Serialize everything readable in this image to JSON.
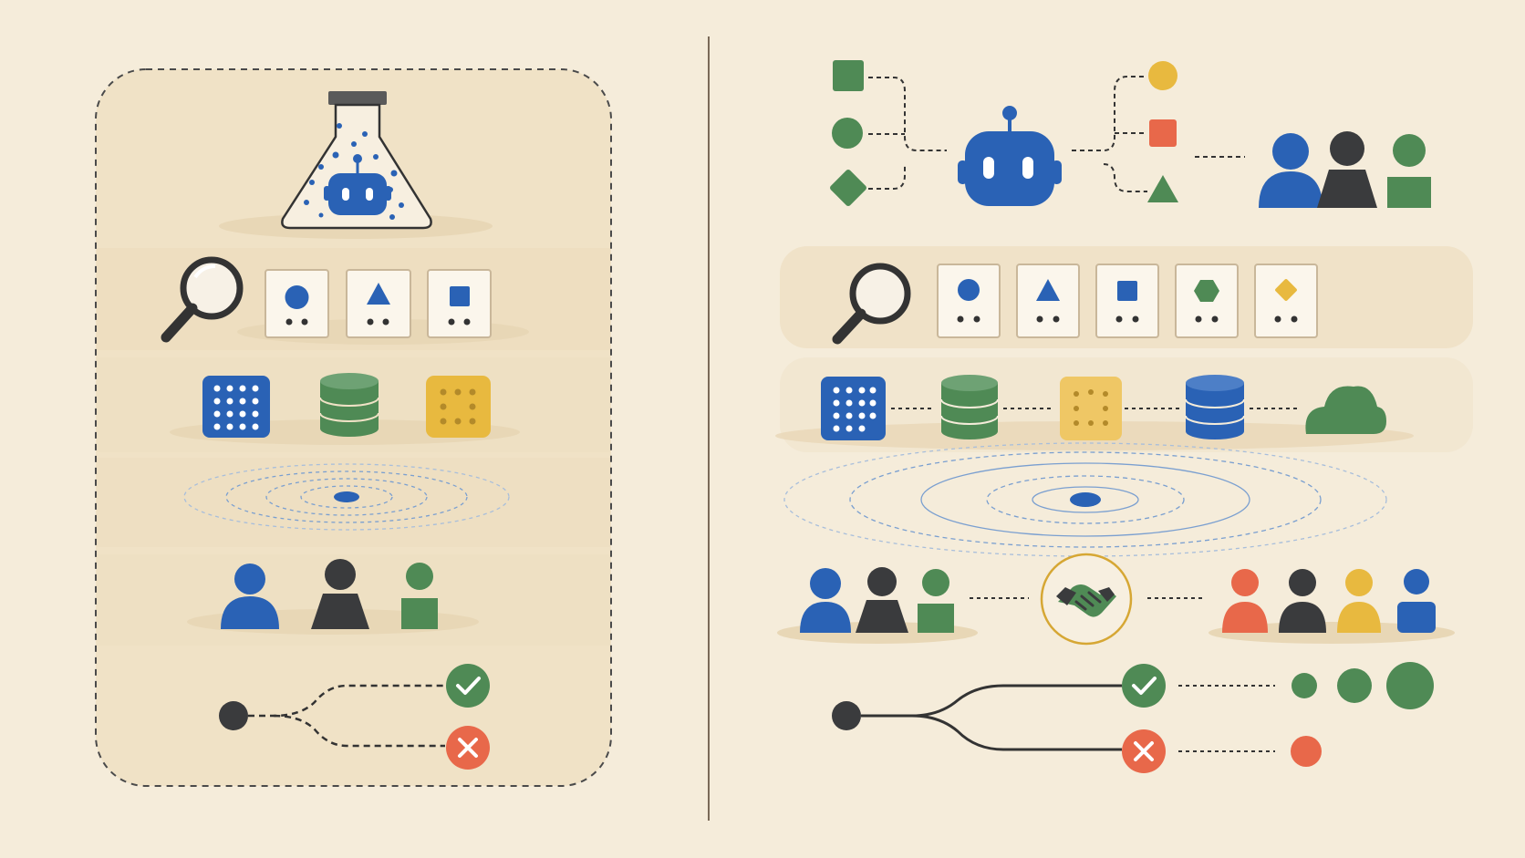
{
  "colors": {
    "background": "#f5ecda",
    "panel": "#f0e2c6",
    "band": "#ecdcbd",
    "blue": "#2a62b5",
    "green": "#4f8a55",
    "yellow": "#e8b93f",
    "red": "#e8684a",
    "dark": "#3a3b3d",
    "card_border": "#c9b79a",
    "card_fill": "#fbf6ec",
    "ripple": "#7a9fd0"
  },
  "left": {
    "hero_icon": "flask-with-robot-icon",
    "cards": [
      "circle",
      "triangle",
      "square"
    ],
    "storage": [
      "grid-icon",
      "database-icon",
      "dots-tile-icon"
    ],
    "people": [
      "blue-person-icon",
      "dark-person-icon",
      "green-person-icon"
    ],
    "outcomes": [
      "check-icon",
      "cross-icon"
    ]
  },
  "right": {
    "inputs": [
      "square",
      "circle",
      "diamond"
    ],
    "hero_icon": "robot-icon",
    "outputs": [
      "circle",
      "square",
      "triangle"
    ],
    "cards": [
      "circle",
      "triangle",
      "square",
      "hexagon",
      "diamond"
    ],
    "storage": [
      "grid-icon",
      "database-icon",
      "dots-tile-icon",
      "database-icon",
      "cloud-icon"
    ],
    "handshake_icon": "handshake-icon",
    "outcomes": [
      "check-icon",
      "cross-icon"
    ],
    "growth_dots": [
      "small",
      "medium",
      "large"
    ]
  }
}
